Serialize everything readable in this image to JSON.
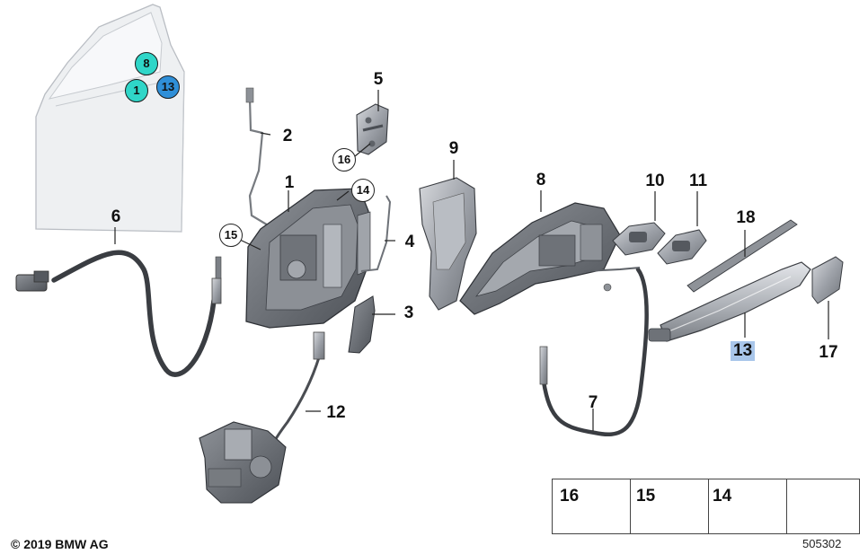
{
  "callouts": {
    "c1": "1",
    "c2": "2",
    "c3": "3",
    "c4": "4",
    "c5": "5",
    "c6": "6",
    "c7": "7",
    "c8": "8",
    "c9": "9",
    "c10": "10",
    "c11": "11",
    "c12": "12",
    "c13": "13",
    "c17": "17",
    "c18": "18"
  },
  "circles": {
    "c14": "14",
    "c15": "15",
    "c16": "16"
  },
  "door_markers": {
    "m8": "8",
    "m1": "1",
    "m13": "13"
  },
  "legend": {
    "item16": "16",
    "item15": "15",
    "item14": "14"
  },
  "footer": {
    "copyright": "© 2019 BMW AG",
    "diagram_number": "505302"
  },
  "colors": {
    "marker_cyan": "#2fd6c8",
    "marker_blue": "#2f8fd8",
    "highlight_box": "#a9c6ea"
  },
  "icons": {
    "legend_arrow": "navigation-arrow-icon"
  }
}
